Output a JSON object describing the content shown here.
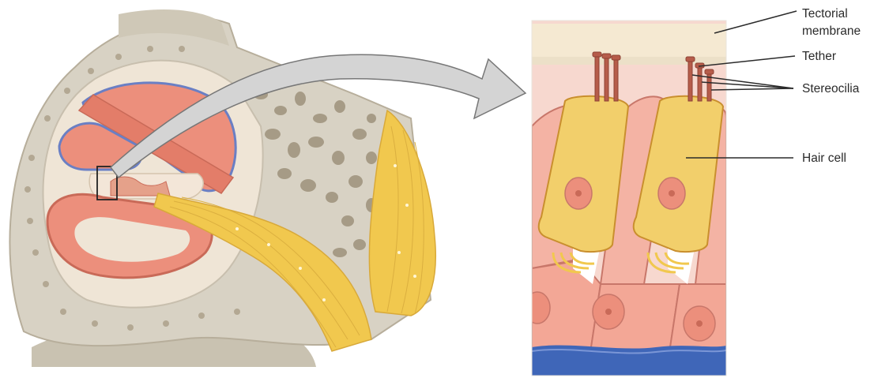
{
  "labels": {
    "tectorial_line1": "Tectorial",
    "tectorial_line2": "membrane",
    "tether": "Tether",
    "stereocilia": "Stereocilia",
    "hair_cell": "Hair cell"
  },
  "colors": {
    "bone": "#d8d2c4",
    "bone_pore": "#a69b86",
    "duct": "#ec8f7c",
    "duct_edge": "#c96a58",
    "membrane_blue": "#6a7fc4",
    "nerve": "#f1c84e",
    "hair_cell": "#f2cf6b",
    "support_cell": "#f4b3a4",
    "tectorial": "#f5e9d2",
    "basilar": "#3f66b8",
    "arrow": "#d4d4d4"
  }
}
